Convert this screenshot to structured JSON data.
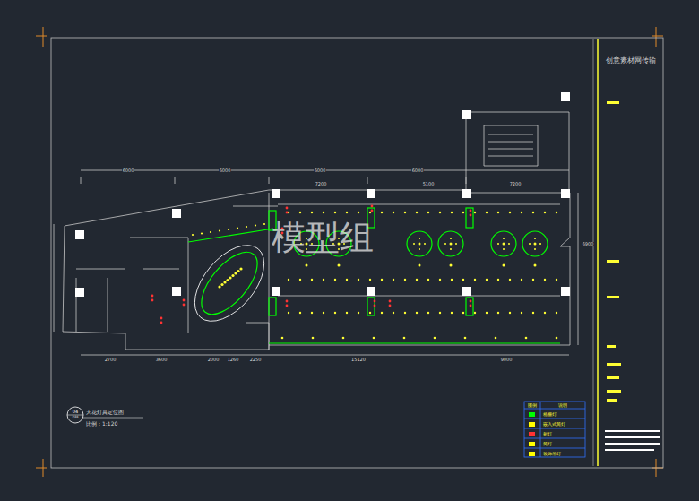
{
  "diagram": {
    "title": "天花灯具定位图",
    "nodes": [
      {
        "text": [
          "04",
          "P-04"
        ]
      }
    ],
    "labels": [
      "模型组",
      "创意素材网传输",
      "6000",
      "6000",
      "6000",
      "6000",
      "7200",
      "5100",
      "7200",
      "2700",
      "3600",
      "2000",
      "1260",
      "2250",
      "15120",
      "9000",
      "6900",
      "比例：1:120",
      "图例",
      "说明"
    ],
    "legend": [
      {
        "text": "格栅灯",
        "color": "#00ff00"
      },
      {
        "text": "嵌入式筒灯",
        "color": "#ffff00"
      },
      {
        "text": "射灯",
        "color": "#ff3333"
      },
      {
        "text": "筒灯",
        "color": "#ffff00"
      },
      {
        "text": "装饰吊灯",
        "color": "#ffff00"
      }
    ]
  }
}
